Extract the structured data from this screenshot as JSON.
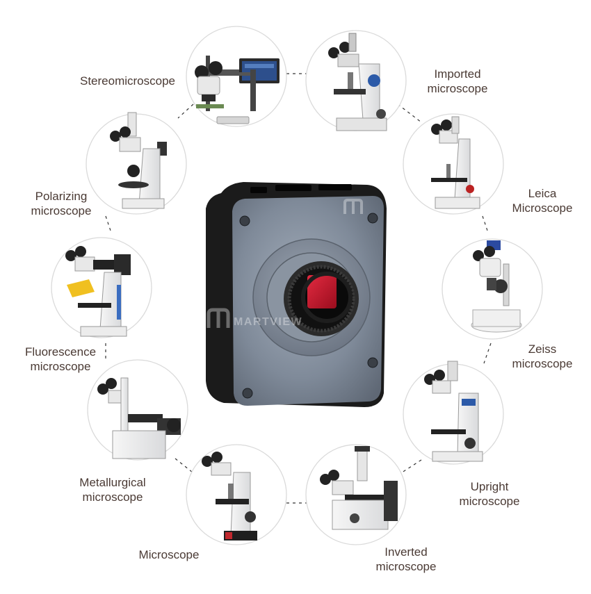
{
  "brand": {
    "logo_text": "MARTVIEW",
    "body_color": "#7f8a99",
    "sensor_color": "#c8132a"
  },
  "microscopes": [
    {
      "id": "stereo",
      "label": [
        "Stereomicroscope"
      ],
      "icon": "stereomicroscope-icon"
    },
    {
      "id": "imported",
      "label": [
        "Imported",
        "microscope"
      ],
      "icon": "imported-microscope-icon"
    },
    {
      "id": "leica",
      "label": [
        "Leica",
        "Microscope"
      ],
      "icon": "leica-microscope-icon"
    },
    {
      "id": "zeiss",
      "label": [
        "Zeiss",
        "microscope"
      ],
      "icon": "zeiss-microscope-icon"
    },
    {
      "id": "upright",
      "label": [
        "Upright",
        "microscope"
      ],
      "icon": "upright-microscope-icon"
    },
    {
      "id": "inverted",
      "label": [
        "Inverted",
        "microscope"
      ],
      "icon": "inverted-microscope-icon"
    },
    {
      "id": "plain",
      "label": [
        "Microscope"
      ],
      "icon": "microscope-icon"
    },
    {
      "id": "metallurgical",
      "label": [
        "Metallurgical",
        "microscope"
      ],
      "icon": "metallurgical-microscope-icon"
    },
    {
      "id": "fluorescence",
      "label": [
        "Fluorescence",
        "microscope"
      ],
      "icon": "fluorescence-microscope-icon"
    },
    {
      "id": "polarizing",
      "label": [
        "Polarizing",
        "microscope"
      ],
      "icon": "polarizing-microscope-icon"
    }
  ]
}
